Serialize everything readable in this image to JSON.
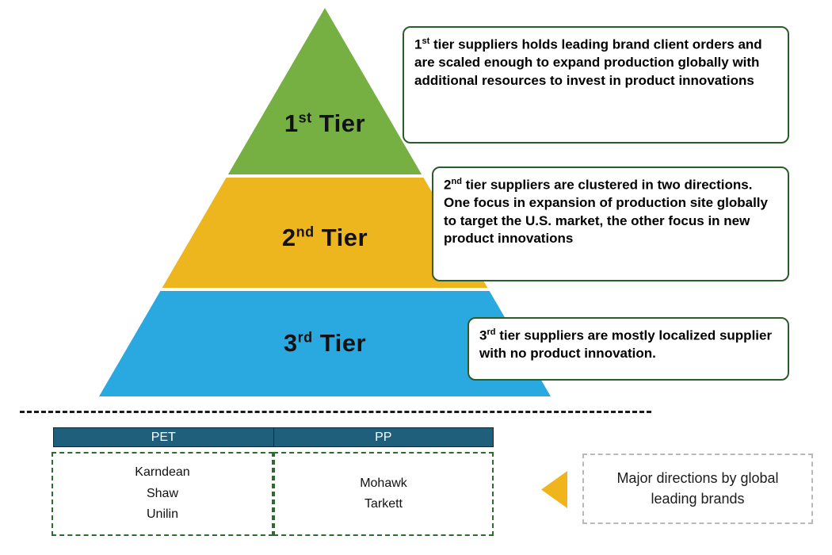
{
  "pyramid": {
    "tiers": [
      {
        "num": "1",
        "sup": "st",
        "rest": " Tier",
        "color": "#76b043"
      },
      {
        "num": "2",
        "sup": "nd",
        "rest": " Tier",
        "color": "#edb51e"
      },
      {
        "num": "3",
        "sup": "rd",
        "rest": " Tier",
        "color": "#29a9e0"
      }
    ]
  },
  "callouts": [
    {
      "num": "1",
      "sup": "st",
      "text": " tier suppliers holds leading brand client orders and are scaled enough to expand production globally with additional resources to invest in product innovations"
    },
    {
      "num": "2",
      "sup": "nd",
      "text": " tier suppliers are clustered in two directions. One focus in expansion of production site globally to target the U.S. market, the other focus in new product innovations"
    },
    {
      "num": "3",
      "sup": "rd",
      "text": " tier suppliers are mostly localized supplier with no product innovation."
    }
  ],
  "table": {
    "headers": [
      "PET",
      "PP"
    ],
    "pet_brands": [
      "Karndean",
      "Shaw",
      "Unilin"
    ],
    "pp_brands": [
      "Mohawk",
      "Tarkett"
    ]
  },
  "legend": {
    "text": "Major directions by global leading brands"
  },
  "colors": {
    "tier1_green": "#76b043",
    "tier2_gold": "#edb51e",
    "tier3_blue": "#29a9e0",
    "callout_border": "#2b5d2b",
    "table_header_bg": "#1f5f7c",
    "brand_box_border": "#2e6b2e",
    "arrow_gold": "#f0b41c",
    "legend_border": "#b9b9b9"
  }
}
